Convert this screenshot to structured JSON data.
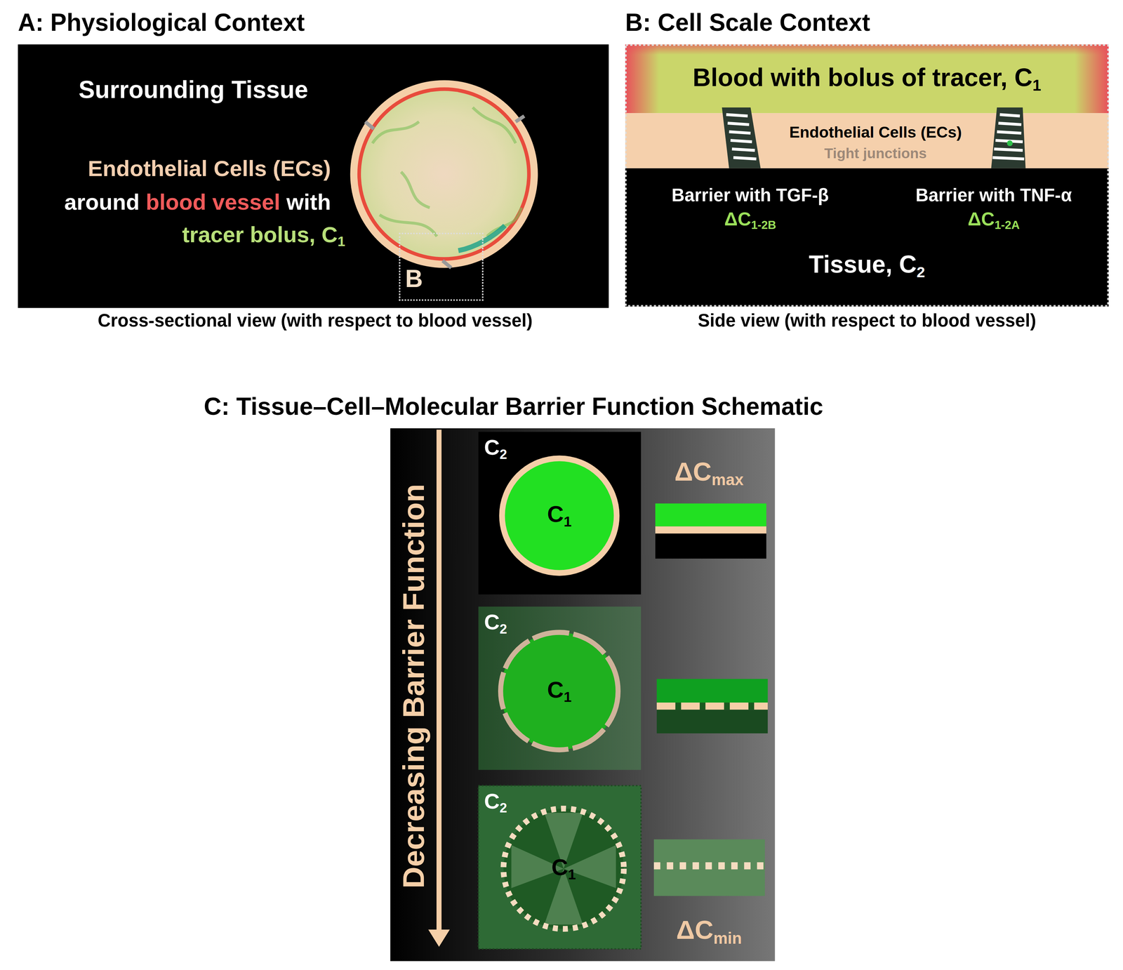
{
  "diagram": {
    "nodes": [
      {
        "text": [
          "Surrounding Tissue",
          "Endothelial Cells (ECs)",
          "around",
          "blood vessel",
          "with",
          "tracer bolus, C1"
        ]
      },
      {
        "text": [
          "B"
        ],
        "in": 0
      },
      {
        "text": [
          "Blood with bolus of tracer, C1"
        ]
      },
      {
        "text": [
          "Endothelial Cells (ECs)",
          "Tight junctions"
        ]
      },
      {
        "text": [
          "Barrier with TGF-β",
          "ΔC1-2B",
          "Barrier with TNF-α",
          "ΔC1-2A",
          "Tissue, C2"
        ]
      },
      {
        "text": [
          "C2"
        ]
      },
      {
        "text": [
          "C1"
        ],
        "in": 5
      },
      {
        "text": [
          "C2"
        ]
      },
      {
        "text": [
          "C1"
        ],
        "in": 7
      },
      {
        "text": [
          "C2"
        ]
      },
      {
        "text": [
          "C1"
        ],
        "in": 9
      }
    ],
    "labels": [
      "A: Physiological Context",
      "Cross-sectional view (with respect to blood vessel)",
      "B: Cell Scale Context",
      "Side view (with respect to blood vessel)",
      "C: Tissue–Cell–Molecular Barrier Function Schematic",
      "Decreasing Barrier Function",
      "ΔCmax",
      "ΔCmin"
    ]
  }
}
